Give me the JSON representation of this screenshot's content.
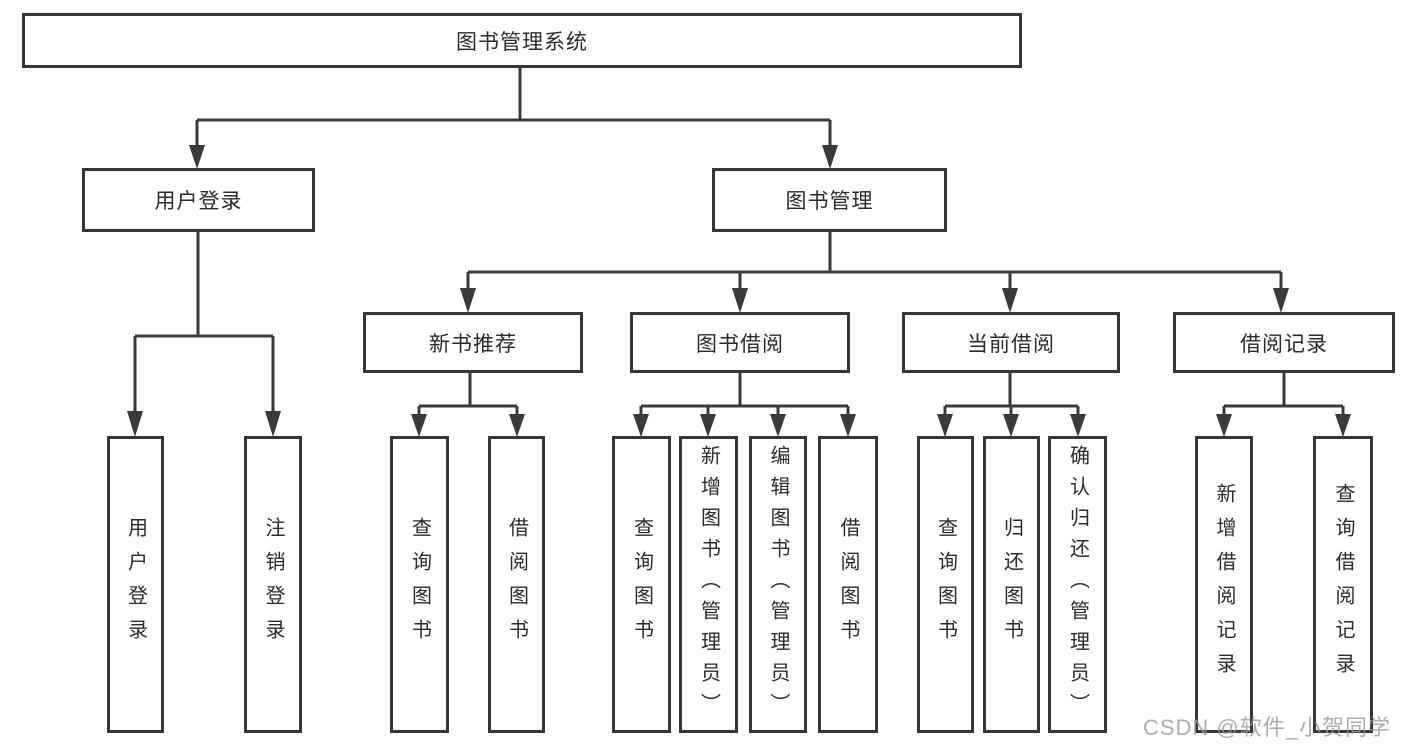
{
  "diagram": {
    "title": "图书管理系统",
    "type": "hierarchy-tree",
    "colors": {
      "line": "#3a3a3a",
      "border": "#363636",
      "text": "#2b2b2b",
      "background": "#ffffff",
      "watermark": "#989898"
    },
    "tree": {
      "root": {
        "label": "图书管理系统"
      },
      "children": [
        {
          "label": "用户登录",
          "children": [
            {
              "label": "用户登录"
            },
            {
              "label": "注销登录"
            }
          ]
        },
        {
          "label": "图书管理",
          "children": [
            {
              "label": "新书推荐",
              "children": [
                {
                  "label": "查询图书"
                },
                {
                  "label": "借阅图书"
                }
              ]
            },
            {
              "label": "图书借阅",
              "children": [
                {
                  "label": "查询图书"
                },
                {
                  "label": "新增图书（管理员）"
                },
                {
                  "label": "编辑图书（管理员）"
                },
                {
                  "label": "借阅图书"
                }
              ]
            },
            {
              "label": "当前借阅",
              "children": [
                {
                  "label": "查询图书"
                },
                {
                  "label": "归还图书"
                },
                {
                  "label": "确认归还（管理员）"
                }
              ]
            },
            {
              "label": "借阅记录",
              "children": [
                {
                  "label": "新增借阅记录"
                },
                {
                  "label": "查询借阅记录"
                }
              ]
            }
          ]
        }
      ]
    },
    "watermark": {
      "text": "CSDN @软件_小贺同学"
    }
  }
}
